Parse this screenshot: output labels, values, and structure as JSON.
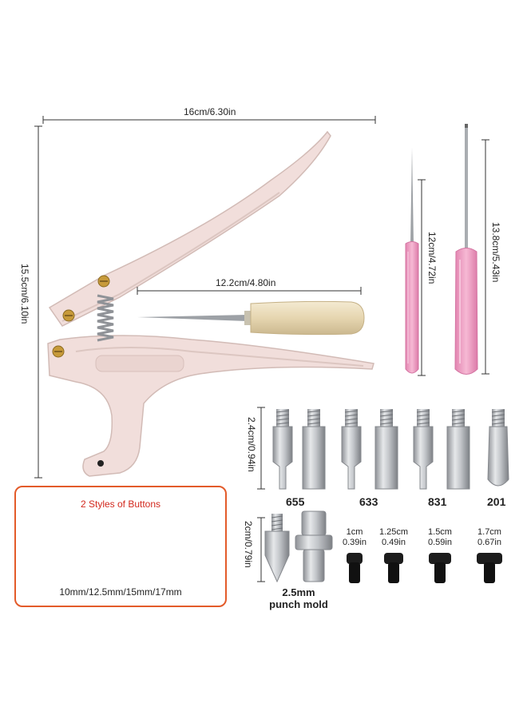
{
  "dimensions": {
    "plier_width": "16cm/6.30in",
    "plier_height": "15.5cm/6.10in",
    "awl_length": "12.2cm/4.80in",
    "awl_pink_length": "12cm/4.72in",
    "screwdriver_length": "13.8cm/5.43in",
    "die_height": "2.4cm/0.94in",
    "punch_height": "2cm/0.79in"
  },
  "die_sets": [
    "655",
    "633",
    "831",
    "201"
  ],
  "punch": {
    "label_line1": "2.5mm",
    "label_line2": "punch mold"
  },
  "pads": [
    {
      "cm": "1cm",
      "in": "0.39in"
    },
    {
      "cm": "1.25cm",
      "in": "0.49in"
    },
    {
      "cm": "1.5cm",
      "in": "0.59in"
    },
    {
      "cm": "1.7cm",
      "in": "0.67in"
    }
  ],
  "buttons_panel": {
    "title": "2 Styles of Buttons",
    "sizes": "10mm/12.5mm/15mm/17mm"
  },
  "colors": {
    "plier": "#f1dedb",
    "plier_shadow": "#d9c2bd",
    "pink_handle": "#ee9fc3",
    "metal": "#b9bcc0",
    "gold": "#e8b735",
    "panel_border": "#e35b2a",
    "title_red": "#d2281d"
  }
}
